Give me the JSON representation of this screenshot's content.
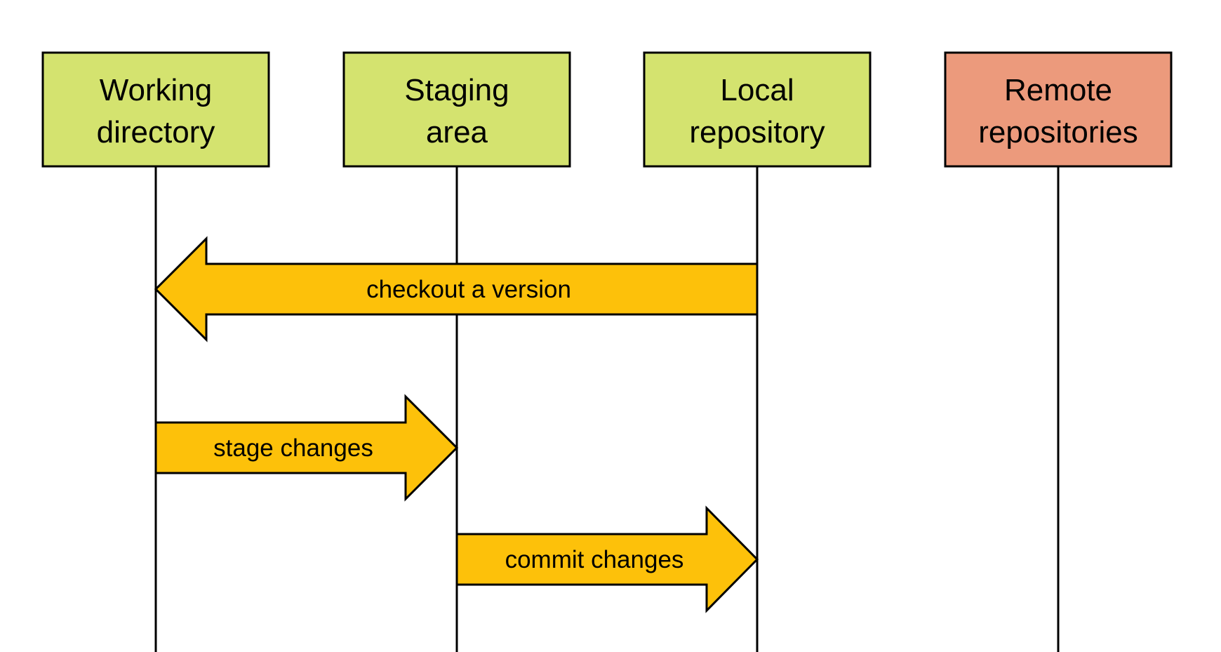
{
  "colors": {
    "local_box": "#d4e36f",
    "remote_box": "#ec9a7c",
    "arrow": "#fdc10a",
    "stroke": "#000000"
  },
  "boxes": [
    {
      "line1": "Working",
      "line2": "directory"
    },
    {
      "line1": "Staging",
      "line2": "area"
    },
    {
      "line1": "Local",
      "line2": "repository"
    },
    {
      "line1": "Remote",
      "line2": "repositories"
    }
  ],
  "arrows": [
    {
      "label": "checkout a version",
      "from": "Local repository",
      "to": "Working directory"
    },
    {
      "label": "stage changes",
      "from": "Working directory",
      "to": "Staging area"
    },
    {
      "label": "commit changes",
      "from": "Staging area",
      "to": "Local repository"
    }
  ]
}
